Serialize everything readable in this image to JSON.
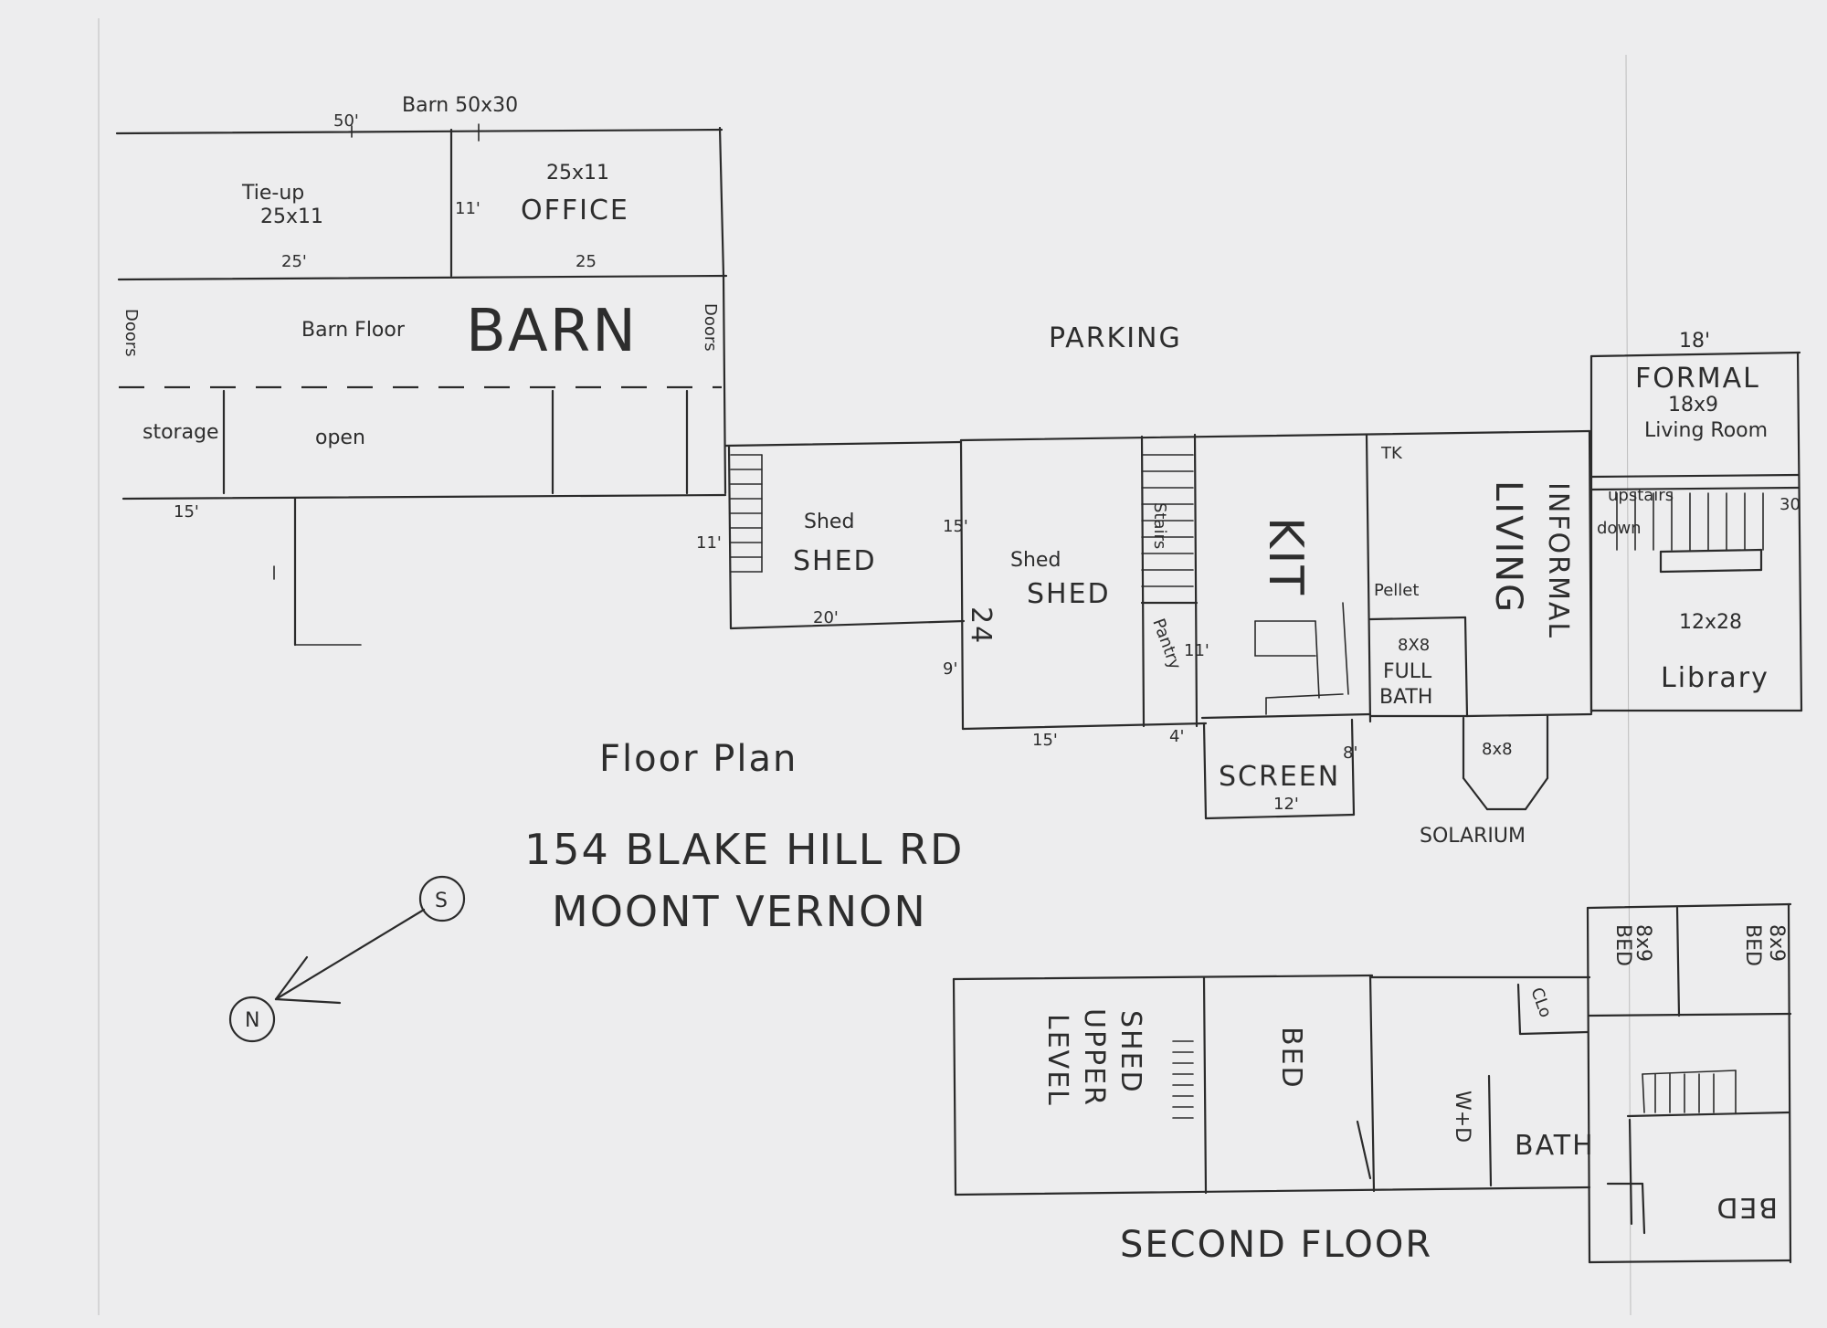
{
  "barn": {
    "title": "Barn 50x30",
    "dim_top": "50'",
    "tieup": "Tie-up",
    "tieup_dim": "25x11",
    "tieup_width": "25'",
    "office_dim": "25x11",
    "office": "OFFICE",
    "office_width": "25",
    "office_height": "11'",
    "floor": "Barn Floor",
    "label": "BARN",
    "doors_left": "Doors",
    "doors_right": "Doors",
    "storage": "storage",
    "open": "open",
    "dim_15": "15'"
  },
  "parking": "PARKING",
  "shed1": {
    "label1": "Shed",
    "label2": "SHED",
    "dim_height": "11'",
    "dim_width": "20'"
  },
  "shed2": {
    "label1": "Shed",
    "label2": "SHED",
    "dim_top": "15'",
    "dim_side": "24",
    "dim_9": "9'",
    "dim_bottom": "15'"
  },
  "stairs": "Stairs",
  "pantry": "Pantry",
  "pantry_dim": "11'",
  "pantry_width": "4'",
  "kitchen": "KIT",
  "pellet": "Pellet",
  "tk": "TK",
  "full_bath": {
    "dim": "8X8",
    "line1": "FULL",
    "line2": "BATH"
  },
  "informal_living": {
    "line1": "INFORMAL",
    "line2": "LIVING"
  },
  "formal": {
    "width": "18'",
    "label": "FORMAL",
    "dim": "18x9",
    "sub": "Living Room",
    "dim_30": "30"
  },
  "upstairs": "upstairs",
  "down": "down",
  "library": {
    "dim": "12x28",
    "label": "Library"
  },
  "screen": {
    "label": "SCREEN",
    "dim": "12'",
    "dim_side": "8'"
  },
  "solarium": {
    "dim": "8x8",
    "label": "SOLARIUM"
  },
  "floor_plan": "Floor Plan",
  "address": {
    "line1": "154 BLAKE HILL RD",
    "line2": "MOONT VERNON"
  },
  "compass": {
    "south": "S",
    "north": "N"
  },
  "second_floor": {
    "title": "SECOND FLOOR",
    "shed_upper": [
      "SHED",
      "UPPER",
      "LEVEL"
    ],
    "bed1": "BED",
    "bed2_dim": "8x9",
    "bed2": "BED",
    "bed3_dim": "8x9",
    "bed3": "BED",
    "clo": "CLo",
    "wd": "W+D",
    "bath": "BATH",
    "bed4": "BED"
  }
}
